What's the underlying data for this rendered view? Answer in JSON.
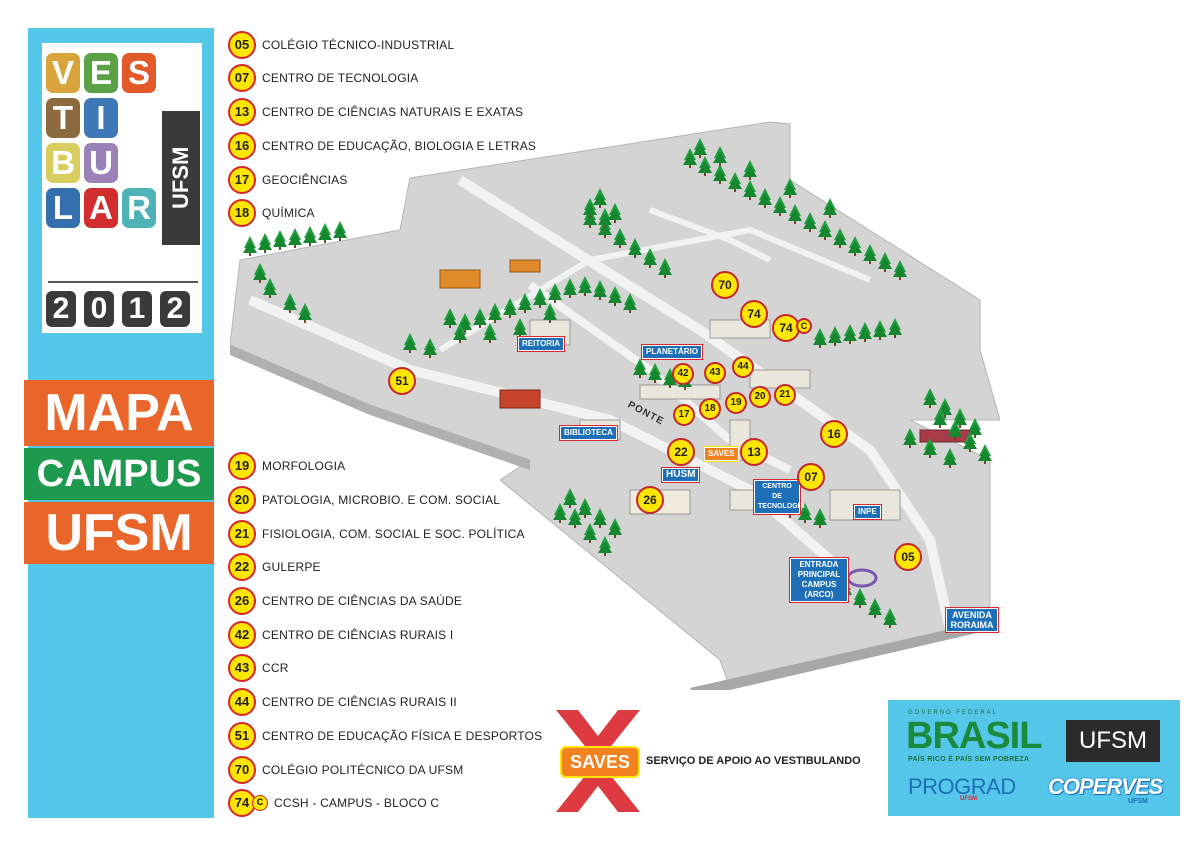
{
  "banner": {
    "tiles": [
      {
        "letter": "V",
        "color": "#d8a43b"
      },
      {
        "letter": "E",
        "color": "#5aa245"
      },
      {
        "letter": "S",
        "color": "#e25a2a"
      },
      {
        "letter": "T",
        "color": "#8b6b3e"
      },
      {
        "letter": "I",
        "color": "#3f78b8"
      },
      {
        "letter": "B",
        "color": "#d9cd5f"
      },
      {
        "letter": "U",
        "color": "#9a82b9"
      },
      {
        "letter": "L",
        "color": "#356fae"
      },
      {
        "letter": "A",
        "color": "#d32e2e"
      },
      {
        "letter": "R",
        "color": "#4fb2b9"
      }
    ],
    "ufsm": "UFSM",
    "year_digits": [
      "2",
      "0",
      "1",
      "2"
    ],
    "mapa": "MAPA",
    "campus": "CAMPUS",
    "ufsm_big": "UFSM"
  },
  "legend": [
    {
      "code": "05",
      "label": "COLÉGIO TÉCNICO-INDUSTRIAL"
    },
    {
      "code": "07",
      "label": "CENTRO DE TECNOLOGIA"
    },
    {
      "code": "13",
      "label": "CENTRO DE CIÊNCIAS NATURAIS E EXATAS"
    },
    {
      "code": "16",
      "label": "CENTRO DE EDUCAÇÃO, BIOLOGIA E LETRAS"
    },
    {
      "code": "17",
      "label": "GEOCIÊNCIAS"
    },
    {
      "code": "18",
      "label": "QUÍMICA"
    },
    {
      "code": "19",
      "label": "MORFOLOGIA"
    },
    {
      "code": "20",
      "label": "PATOLOGIA, MICROBIO. E COM. SOCIAL"
    },
    {
      "code": "21",
      "label": "FISIOLOGIA, COM. SOCIAL E SOC. POLÍTICA"
    },
    {
      "code": "22",
      "label": "GULERPE"
    },
    {
      "code": "26",
      "label": "CENTRO DE CIÊNCIAS DA SAÚDE"
    },
    {
      "code": "42",
      "label": "CENTRO DE CIÊNCIAS RURAIS I"
    },
    {
      "code": "43",
      "label": "CCR"
    },
    {
      "code": "44",
      "label": "CENTRO DE CIÊNCIAS RURAIS II"
    },
    {
      "code": "51",
      "label": "CENTRO DE EDUCAÇÃO FÍSICA E DESPORTOS"
    },
    {
      "code": "70",
      "label": "COLÉGIO POLITÉCNICO DA UFSM"
    },
    {
      "code": "74",
      "suffix": "C",
      "label": "CCSH - CAMPUS - BLOCO C"
    }
  ],
  "map": {
    "labels": {
      "reitoria": "REITORIA",
      "planetario": "PLANETÁRIO",
      "biblioteca": "BIBLIOTECA",
      "husm": "HUSM",
      "saves": "SAVES",
      "centro_tec": "CENTRO DE TECNOLOGIA",
      "inpe": "INPE",
      "entrada": "ENTRADA PRINCIPAL CAMPUS (ARCO)",
      "avenida": "AVENIDA RORAIMA",
      "ponte": "PONTE"
    },
    "pins": {
      "p70": "70",
      "p74": "74",
      "p74c": "74",
      "p74c_suffix": "C",
      "p42": "42",
      "p43": "43",
      "p44": "44",
      "p17": "17",
      "p18": "18",
      "p19": "19",
      "p20": "20",
      "p21": "21",
      "p16": "16",
      "p22": "22",
      "p13": "13",
      "p07": "07",
      "p26": "26",
      "p05": "05",
      "p51": "51"
    }
  },
  "saves": {
    "label": "SAVES",
    "description": "SERVIÇO DE APOIO AO VESTIBULANDO"
  },
  "logos": {
    "governo": "GOVERNO FEDERAL",
    "brasil": "BRASIL",
    "brasil_sub": "PAÍS RICO É PAÍS SEM POBREZA",
    "ufsm": "UFSM",
    "prograd": "PROGRAD",
    "prograd_sub": "UFSM",
    "coperves": "COPERVES",
    "coperves_sub": "UFSM"
  }
}
